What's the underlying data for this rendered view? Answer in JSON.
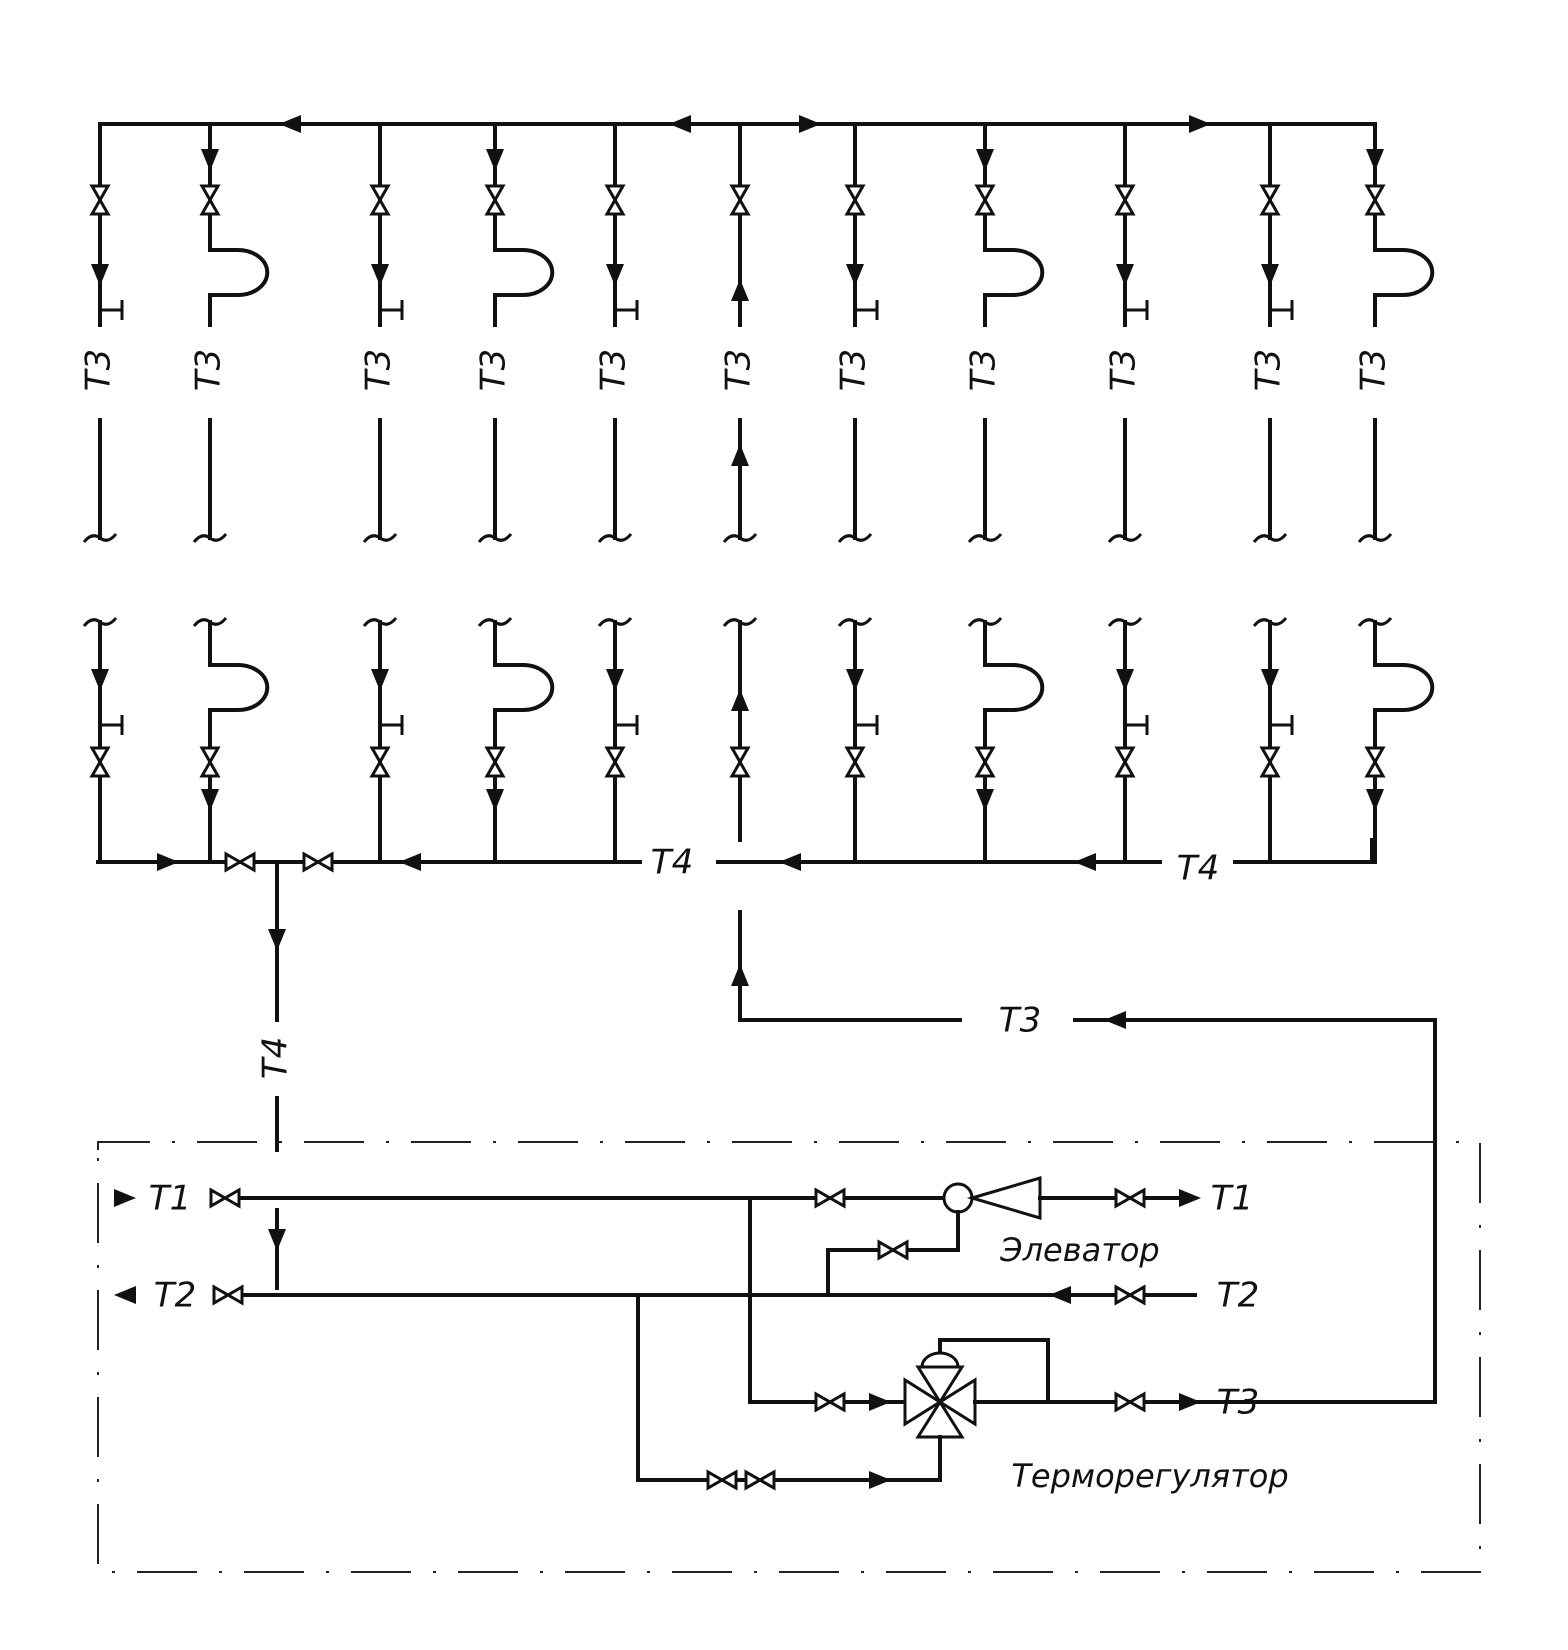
{
  "labels": {
    "riser": "Т3",
    "t1_in": "Т1",
    "t1_out": "Т1",
    "t2_out": "Т2",
    "t2_in": "Т2",
    "t3_supply": "Т3",
    "t3_return": "Т3",
    "t4_main_left": "Т4",
    "t4_main_right": "Т4",
    "t4_down": "Т4",
    "elevator": "Элеватор",
    "thermostat": "Терморегулятор"
  },
  "risers": [
    {
      "type": "tap",
      "flow": "down"
    },
    {
      "type": "loop",
      "flow": "down"
    },
    {
      "type": "tap",
      "flow": "down"
    },
    {
      "type": "loop",
      "flow": "down"
    },
    {
      "type": "tap",
      "flow": "down"
    },
    {
      "type": "supply",
      "flow": "up"
    },
    {
      "type": "tap",
      "flow": "down"
    },
    {
      "type": "loop",
      "flow": "down"
    },
    {
      "type": "tap",
      "flow": "down"
    },
    {
      "type": "tap",
      "flow": "down"
    },
    {
      "type": "loop",
      "flow": "down"
    }
  ],
  "colors": {
    "ink": "#111111",
    "background": "#ffffff"
  }
}
